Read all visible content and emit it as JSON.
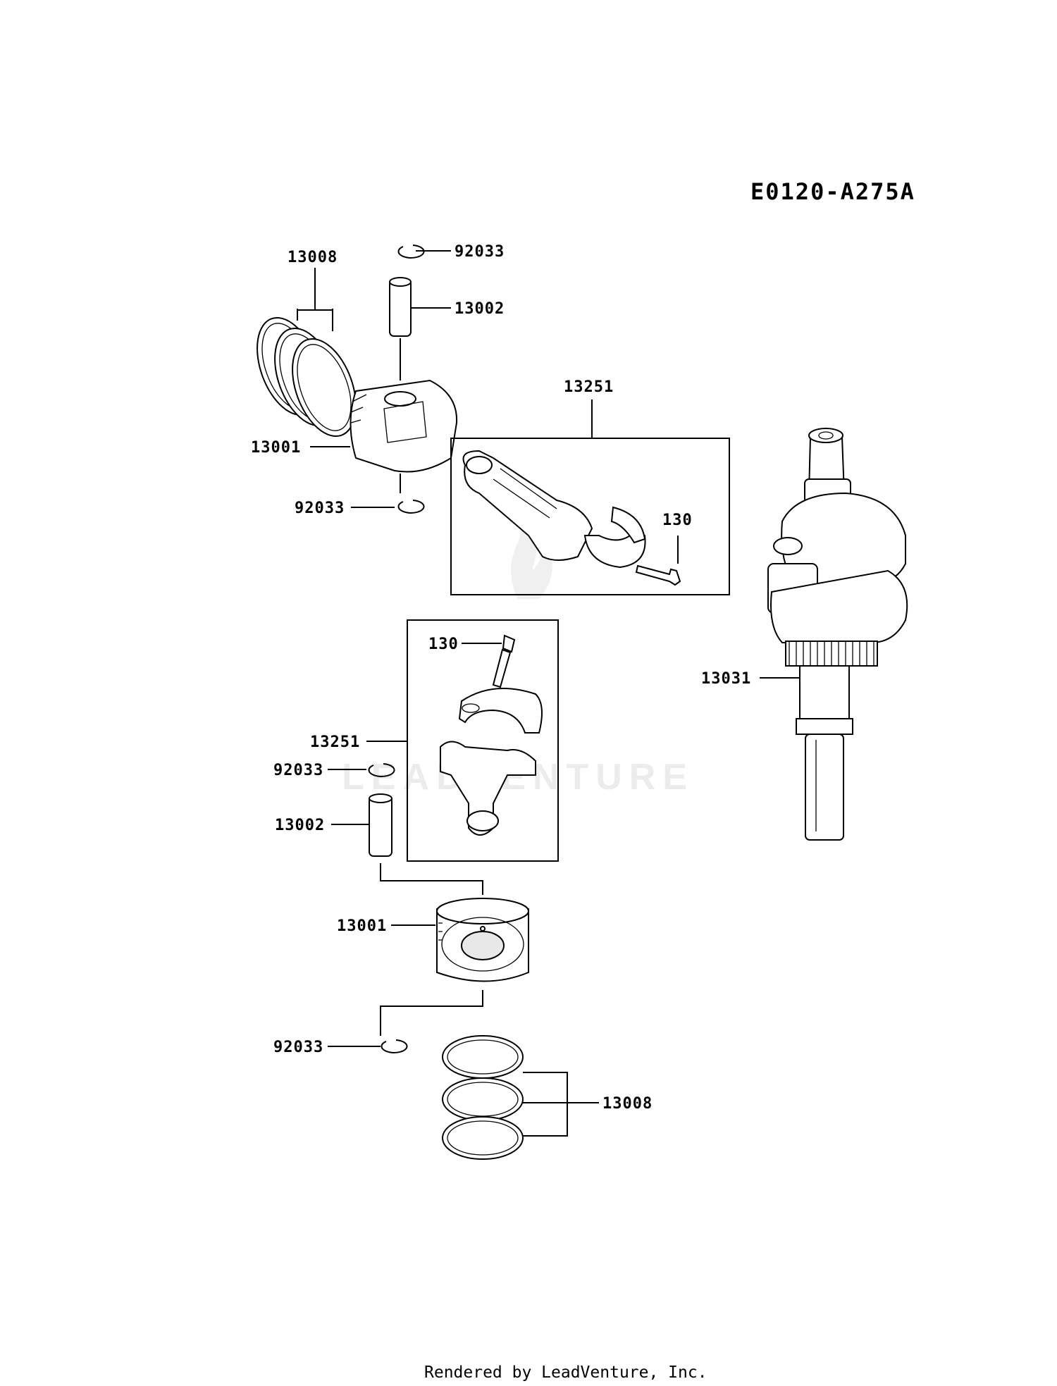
{
  "diagram_code": "E0120-A275A",
  "footer": "Rendered by LeadVenture, Inc.",
  "watermark": "LEADVENTURE",
  "upper": {
    "ring_set": "13008",
    "circlip_top": "92033",
    "pin": "13002",
    "piston": "13001",
    "circlip_bottom": "92033",
    "rod_assembly": "13251",
    "rod_bolt": "130"
  },
  "crankshaft": "13031",
  "lower": {
    "rod_bolt": "130",
    "rod_assembly": "13251",
    "circlip_top": "92033",
    "pin": "13002",
    "piston": "13001",
    "circlip_bottom": "92033",
    "ring_set": "13008"
  }
}
